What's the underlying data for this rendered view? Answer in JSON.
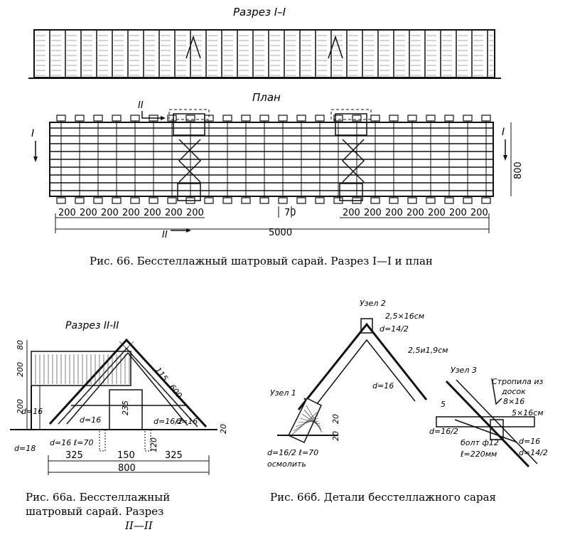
{
  "section_i": {
    "title": "Разрез I–I"
  },
  "plan": {
    "title": "План",
    "mark_i": "I",
    "mark_ii": "II",
    "width_dim": "800",
    "spacing_left": [
      "200",
      "200",
      "200",
      "200",
      "200",
      "200",
      "200"
    ],
    "spacing_right": [
      "200",
      "200",
      "200",
      "200",
      "200",
      "200",
      "200"
    ],
    "door_dim": "70",
    "total_length": "5000"
  },
  "caption66": "Рис. 66. Бесстеллажный шатровый сарай. Разрез I—I и план",
  "section_ii": {
    "title": "Разрез II-II",
    "h_top": "80",
    "h_mid": "200",
    "h_low": "200",
    "d16": "d=16",
    "d18": "d=18",
    "h235": "235",
    "d16b": "d=16",
    "d16_2": "d=16/2",
    "d16c": "d=16",
    "d115": "115",
    "d600": "600",
    "h20": "20",
    "post": "d=16 ℓ=70",
    "h120": "120",
    "w325a": "325",
    "w150": "150",
    "w325b": "325",
    "w800": "800"
  },
  "caption66a": [
    "Рис.   66а.   Бесстеллажный",
    "шатровый   сарай.   Разрез",
    "II—II"
  ],
  "details": {
    "node1": "Узел 1",
    "node2": "Узел 2",
    "node3": "Узел 3",
    "n2_a": "2,5×16см",
    "n2_b": "d=14/2",
    "n2_c": "2,5и1,9см",
    "n2_d": "d=16",
    "n1_a": "20",
    "n1_b": "20",
    "n1_c": "d=16/2 ℓ=70",
    "n1_d": "осмолить",
    "n3_a": "Стропила из",
    "n3_b": "досок",
    "n3_c": "8×16",
    "n3_d": "5×16см",
    "n3_e": "5",
    "n3_f": "d=16/2",
    "n3_g": "болт ф12",
    "n3_h": "ℓ=220мм",
    "n3_i": "d=16",
    "n3_j": "d=14/2"
  },
  "caption66b": "Рис. 66б. Детали бесстеллажного сарая"
}
